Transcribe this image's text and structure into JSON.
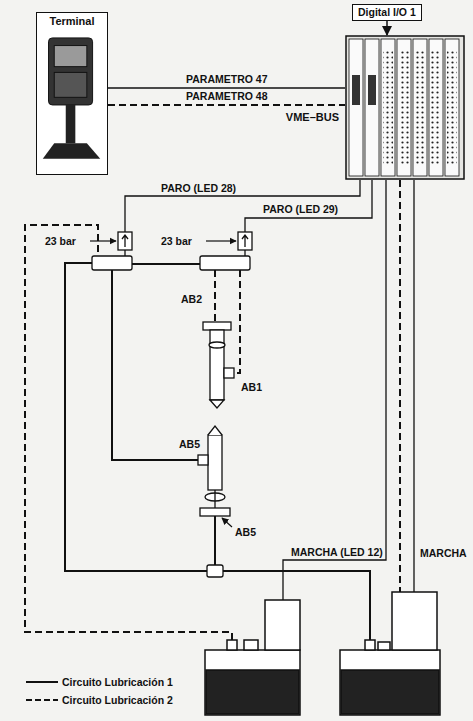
{
  "diagram": {
    "nodes": [
      {
        "text": [
          "Terminal"
        ]
      },
      {
        "text": [
          "Digital I/O 1"
        ]
      },
      {
        "text": [
          "VME–BUS"
        ]
      }
    ],
    "edges": [
      {
        "from": 0,
        "to": 2,
        "label": "PARAMETRO 47",
        "arrow": "none"
      },
      {
        "from": 0,
        "to": 2,
        "label": "PARAMETRO 48",
        "arrow": "none"
      },
      {
        "from": 1,
        "to": 2,
        "arrow": "to"
      }
    ],
    "labels": [
      "PARO (LED 28)",
      "PARO (LED 29)",
      "23 bar",
      "23 bar",
      "AB2",
      "AB1",
      "AB5",
      "AB5",
      "MARCHA (LED 12)",
      "MARCHA"
    ],
    "legend": [
      {
        "text": "Circuito Lubricación 1"
      },
      {
        "text": "Circuito Lubricación 2"
      }
    ]
  }
}
